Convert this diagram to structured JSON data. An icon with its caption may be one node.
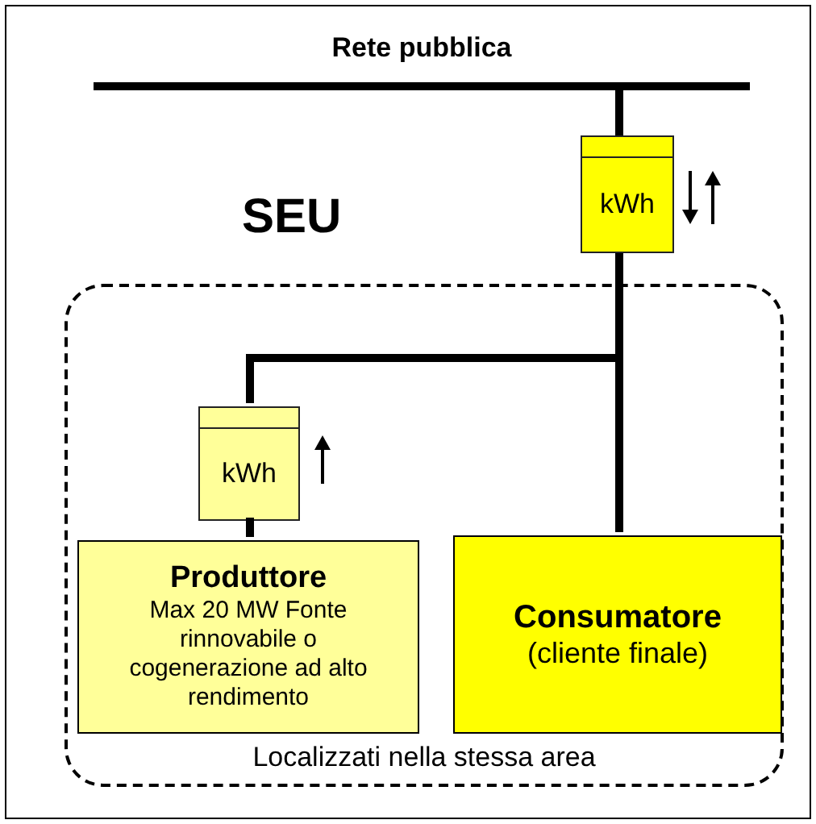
{
  "diagram": {
    "nodes": [
      {
        "text": [
          "Rete pubblica"
        ]
      },
      {
        "text": [
          "kWh"
        ]
      },
      {
        "text": [
          "Localizzati nella stessa area"
        ]
      },
      {
        "text": [
          "kWh"
        ],
        "in": 2
      },
      {
        "text": [
          "Produttore",
          "Max 20 MW Fonte rinnovabile o cogenerazione ad alto rendimento"
        ],
        "in": 2
      },
      {
        "text": [
          "Consumatore",
          "(cliente finale)"
        ],
        "in": 2
      }
    ],
    "edges": [
      {
        "from": 0,
        "to": 1,
        "arrow": "none"
      },
      {
        "from": 1,
        "to": 5,
        "arrow": "none"
      },
      {
        "from": 1,
        "to": 3,
        "arrow": "none"
      },
      {
        "from": 3,
        "to": 4,
        "arrow": "none"
      }
    ],
    "labels": [
      "SEU"
    ]
  }
}
